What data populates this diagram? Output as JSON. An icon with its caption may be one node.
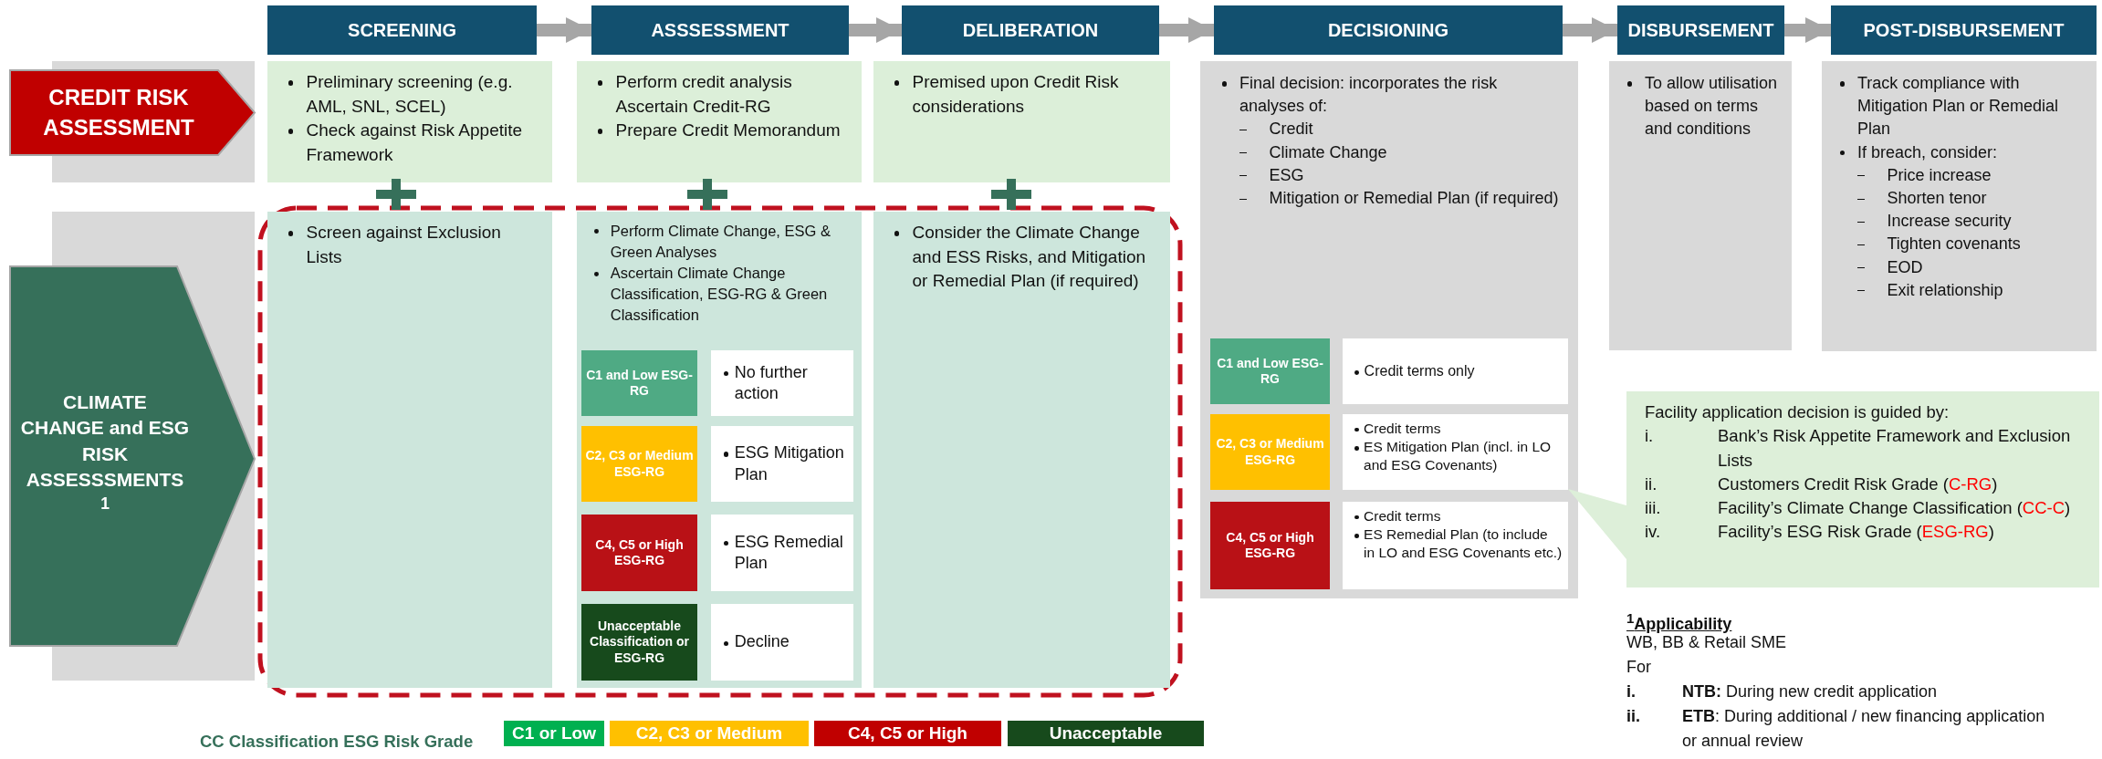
{
  "diagram": {
    "nodes": [
      {
        "text": [
          "SCREENING"
        ]
      },
      {
        "text": [
          "ASSSESSMENT"
        ]
      },
      {
        "text": [
          "DELIBERATION"
        ]
      },
      {
        "text": [
          "DECISIONING"
        ]
      },
      {
        "text": [
          "DISBURSEMENT"
        ]
      },
      {
        "text": [
          "POST-DISBURSEMENT"
        ]
      },
      {
        "text": [
          "CREDIT RISK ASSESSMENT"
        ]
      },
      {
        "text": [
          "Preliminary screening (e.g. AML, SNL, SCEL)",
          "Check against Risk Appetite Framework"
        ]
      },
      {
        "text": [
          "Perform credit analysis Ascertain Credit-RG",
          "Prepare Credit Memorandum"
        ]
      },
      {
        "text": [
          "Premised upon Credit Risk considerations"
        ]
      },
      {
        "text": [
          "Final decision: incorporates the risk analyses of:",
          "Credit",
          "Climate Change",
          "ESG",
          "Mitigation or Remedial Plan (if required)"
        ]
      },
      {
        "text": [
          "To allow utilisation based on terms and conditions"
        ]
      },
      {
        "text": [
          "Track compliance with Mitigation Plan or Remedial Plan",
          "If breach, consider:",
          "Price increase",
          "Shorten tenor",
          "Increase security",
          "Tighten covenants",
          "EOD",
          "Exit relationship"
        ]
      },
      {
        "text": [
          "CLIMATE CHANGE and ESG RISK ASSESSSMENTS $^{1}$"
        ]
      },
      {
        "text": [],
        "shape": "box"
      },
      {
        "text": [
          "Screen against Exclusion Lists"
        ],
        "in": 14
      },
      {
        "text": [
          "Perform Climate Change, ESG & Green Analyses",
          "Ascertain Climate Change Classification, ESG-RG & Green Classification"
        ],
        "in": 14
      },
      {
        "text": [
          "C1 and Low ESG-RG"
        ],
        "in": 16
      },
      {
        "text": [
          "No further action"
        ],
        "in": 16
      },
      {
        "text": [
          "C2, C3 or Medium ESG-RG"
        ],
        "in": 16
      },
      {
        "text": [
          "ESG Mitigation Plan"
        ],
        "in": 16
      },
      {
        "text": [
          "C4, C5 or High ESG-RG"
        ],
        "in": 16
      },
      {
        "text": [
          "ESG Remedial Plan"
        ],
        "in": 16
      },
      {
        "text": [
          "Unacceptable Classification or ESG-RG"
        ],
        "in": 16
      },
      {
        "text": [
          "Decline"
        ],
        "in": 16
      },
      {
        "text": [
          "Consider the Climate Change and ESS Risks, and Mitigation or Remedial Plan (if required)"
        ],
        "in": 14
      },
      {
        "text": [
          "C1 and Low ESG-RG"
        ],
        "in": 10
      },
      {
        "text": [
          "Credit terms only"
        ],
        "in": 10
      },
      {
        "text": [
          "C2, C3 or Medium ESG-RG"
        ],
        "in": 10
      },
      {
        "text": [
          "Credit terms",
          "ES Mitigation Plan (incl. in LO and ESG Covenants)"
        ],
        "in": 10
      },
      {
        "text": [
          "C4, C5 or High ESG-RG"
        ],
        "in": 10
      },
      {
        "text": [
          "Credit terms",
          "ES Remedial Plan (to include in LO and ESG Covenants etc.)"
        ],
        "in": 10
      },
      {
        "text": [
          "Facility application decision is guided by:",
          "i.",
          "Bank’s Risk Appetite Framework and Exclusion Lists",
          "ii.",
          "Customers Credit Risk Grade (C-RG)",
          "iii.",
          "Facility’s Climate Change Classification (CC-C)",
          "iv.",
          "Facility’s ESG Risk Grade (ESG-RG)"
        ]
      }
    ],
    "edges": [
      {
        "from": 0,
        "to": 1,
        "arrow": "to"
      },
      {
        "from": 1,
        "to": 2,
        "arrow": "to"
      },
      {
        "from": 2,
        "to": 3,
        "arrow": "to"
      },
      {
        "from": 3,
        "to": 4,
        "arrow": "to"
      },
      {
        "from": 4,
        "to": 5,
        "arrow": "to"
      }
    ],
    "labels": [
      "$^{1}$Applicability",
      "WB, BB & Retail SME",
      "For",
      "i.",
      "**NTB:** During new credit application",
      "ii.",
      "**ETB**: During additional / new financing application or annual review",
      "CC Classification ESG Risk Grade"
    ],
    "legend": [
      {
        "text": "C1 or Low",
        "color": "#00b050"
      },
      {
        "text": "C2, C3 or Medium",
        "color": "#ffc000"
      },
      {
        "text": "C4, C5 or High",
        "color": "#c00000"
      },
      {
        "text": "Unacceptable",
        "color": "#174a1c"
      }
    ]
  }
}
